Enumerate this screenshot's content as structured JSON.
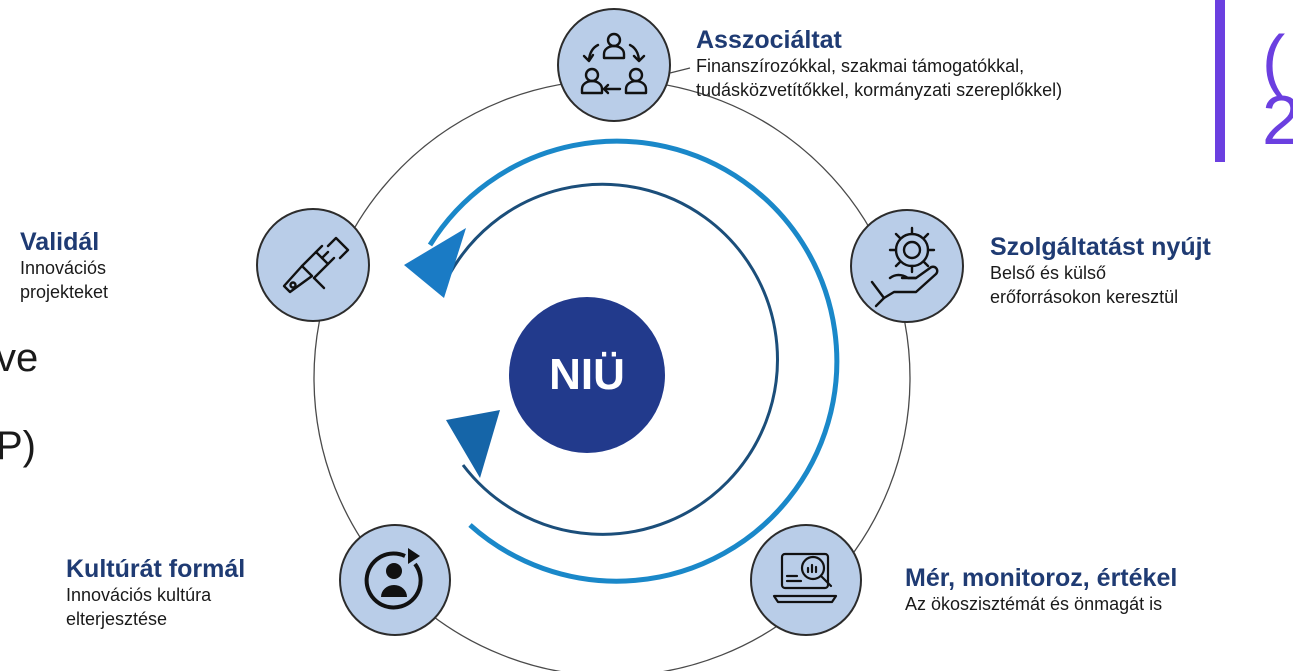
{
  "center": {
    "label": "NIÜ"
  },
  "nodes": [
    {
      "key": "asszocialtat",
      "icon": "people-network-icon",
      "title": "Asszociáltat",
      "lines": [
        "Finanszírozókkal, szakmai támogatókkal,",
        "tudásközvetítőkkel, kormányzati szereplőkkel)"
      ]
    },
    {
      "key": "szolgaltatast",
      "icon": "hand-gear-icon",
      "title": "Szolgáltatást nyújt",
      "lines": [
        "Belső és külső",
        "erőforrásokon keresztül"
      ]
    },
    {
      "key": "mer",
      "icon": "laptop-magnifier-icon",
      "title": "Mér, monitoroz, értékel",
      "lines": [
        "Az ökoszisztémát és önmagát is"
      ]
    },
    {
      "key": "kultura",
      "icon": "person-refresh-icon",
      "title": "Kultúrát formál",
      "lines": [
        "Innovációs kultúra",
        "elterjesztése"
      ]
    },
    {
      "key": "validal",
      "icon": "handshake-icon",
      "title": "Validál",
      "lines": [
        "Innovációs",
        "projekteket"
      ]
    }
  ],
  "fragments": {
    "left_1": "ve",
    "left_2": "P)",
    "right_1": "(",
    "right_2": "2"
  },
  "colors": {
    "navy": "#223a8c",
    "node_fill": "#b9cde8",
    "node_stroke": "#2c2c2c",
    "ring": "#1a88c9",
    "arrow_dark": "#1565a8",
    "title": "#1f3b73",
    "purple": "#6b3fe0"
  }
}
